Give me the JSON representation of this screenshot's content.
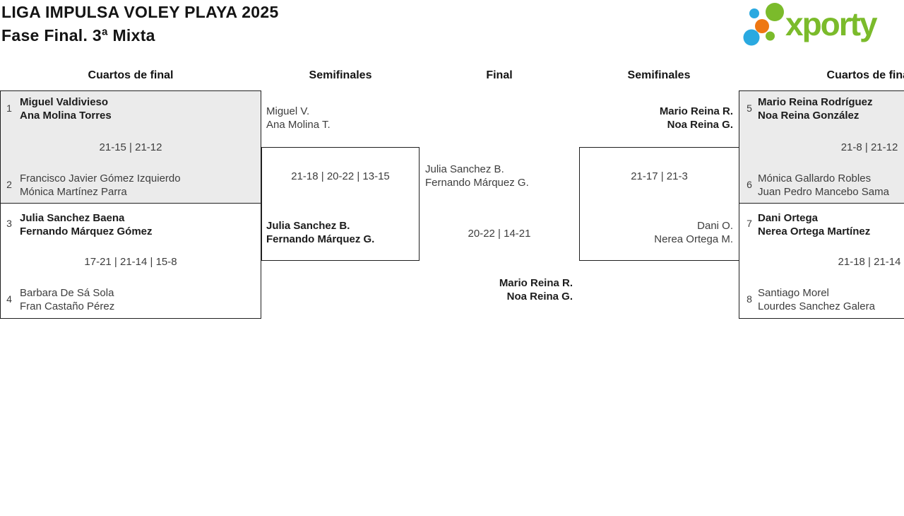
{
  "title": "LIGA IMPULSA VOLEY PLAYA 2025",
  "subtitle": "Fase Final. 3ª Mixta",
  "logo": {
    "brand": "xporty",
    "green": "#7bbb2b",
    "blue": "#2aa9e0",
    "orange": "#ee7712"
  },
  "round_headers": {
    "qf_left": "Cuartos de final",
    "sf_left": "Semifinales",
    "final": "Final",
    "sf_right": "Semifinales",
    "qf_right": "Cuartos de final"
  },
  "matches": {
    "qf1": {
      "seed_a": "1",
      "team_a1": "Miguel Valdivieso",
      "team_a2": "Ana Molina Torres",
      "score": "21-15 | 21-12",
      "seed_b": "2",
      "team_b1": "Francisco Javier Gómez Izquierdo",
      "team_b2": "Mónica Martínez Parra"
    },
    "qf2": {
      "seed_a": "3",
      "team_a1": "Julia Sanchez Baena",
      "team_a2": "Fernando Márquez Gómez",
      "score": "17-21 | 21-14 | 15-8",
      "seed_b": "4",
      "team_b1": "Barbara De Sá Sola",
      "team_b2": "Fran Castaño Pérez"
    },
    "sf_left": {
      "team_a1": "Miguel V.",
      "team_a2": "Ana Molina T.",
      "score": "21-18 | 20-22 | 13-15",
      "team_b1": "Julia Sanchez B.",
      "team_b2": "Fernando Márquez G."
    },
    "final": {
      "team_a1": "Julia Sanchez B.",
      "team_a2": "Fernando Márquez G.",
      "score": "20-22 | 14-21",
      "winner1": "Mario Reina R.",
      "winner2": "Noa Reina G."
    },
    "sf_right": {
      "team_a1": "Mario Reina R.",
      "team_a2": "Noa Reina G.",
      "score": "21-17 | 21-3",
      "team_b1": "Dani O.",
      "team_b2": "Nerea Ortega M."
    },
    "qf3": {
      "seed_a": "5",
      "team_a1": "Mario Reina Rodríguez",
      "team_a2": "Noa Reina González",
      "score": "21-8 | 21-12",
      "seed_b": "6",
      "team_b1": "Mónica Gallardo Robles",
      "team_b2": "Juan Pedro Mancebo Sama"
    },
    "qf4": {
      "seed_a": "7",
      "team_a1": "Dani Ortega",
      "team_a2": "Nerea Ortega Martínez",
      "score": "21-18 | 21-14",
      "seed_b": "8",
      "team_b1": "Santiago Morel",
      "team_b2": "Lourdes Sanchez Galera"
    }
  }
}
